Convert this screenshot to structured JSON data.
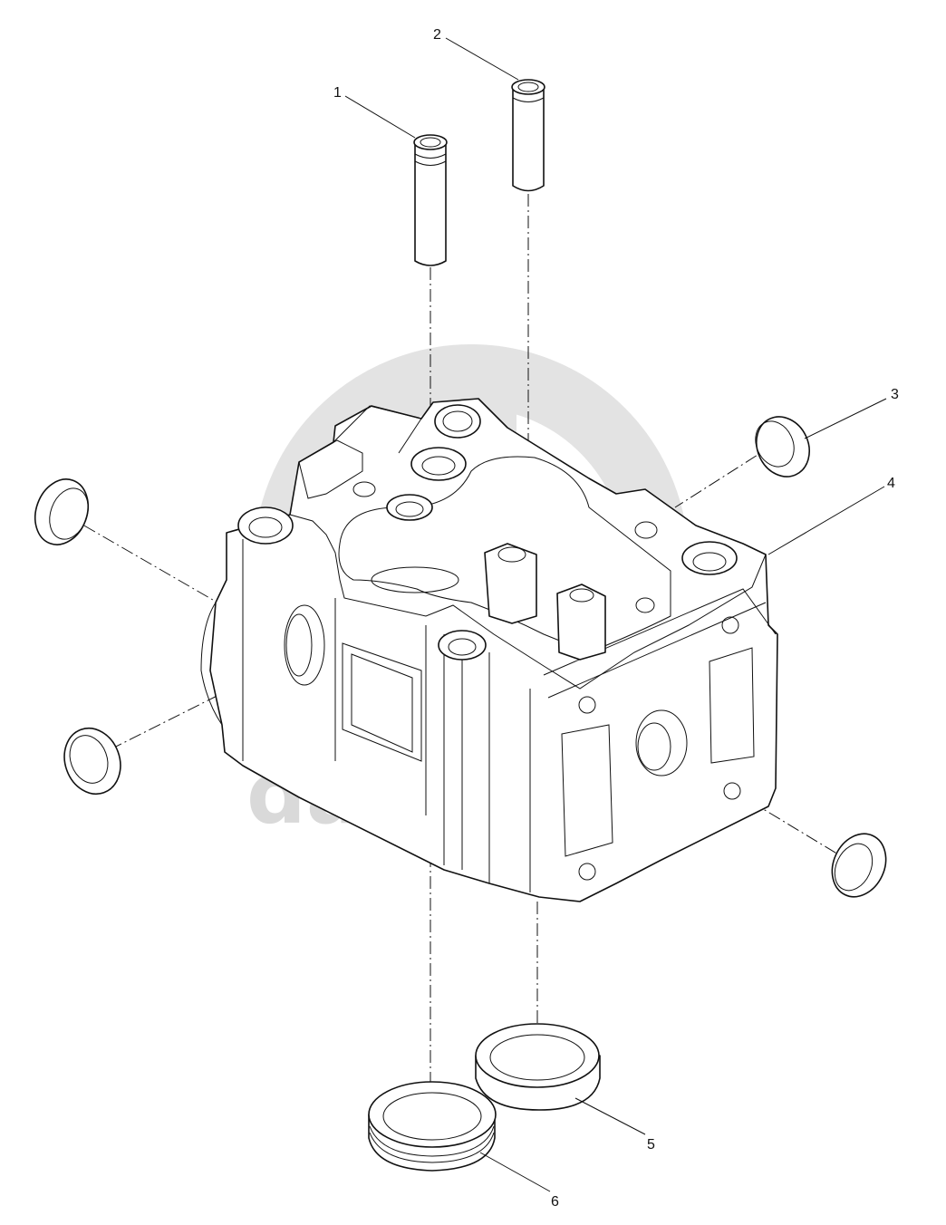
{
  "watermark": {
    "text": "data-parts",
    "color": "#d9d9d9"
  },
  "callouts": [
    {
      "id": "callout-1",
      "label": "1"
    },
    {
      "id": "callout-2",
      "label": "2"
    },
    {
      "id": "callout-3",
      "label": "3"
    },
    {
      "id": "callout-4",
      "label": "4"
    },
    {
      "id": "callout-5",
      "label": "5"
    },
    {
      "id": "callout-6",
      "label": "6"
    }
  ]
}
